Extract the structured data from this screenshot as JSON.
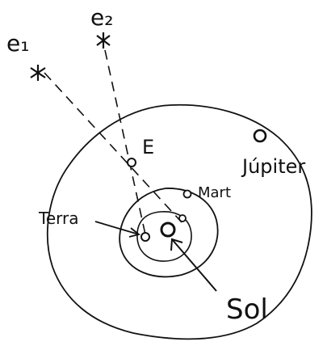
{
  "labels": {
    "star_1": "e₁",
    "star_2": "e₂",
    "object_e": "E",
    "jupiter": "Júpiter",
    "mars": "Mart",
    "earth": "Terra",
    "sun": "Sol"
  },
  "colors": {
    "ink": "#111111",
    "background": "#ffffff"
  }
}
